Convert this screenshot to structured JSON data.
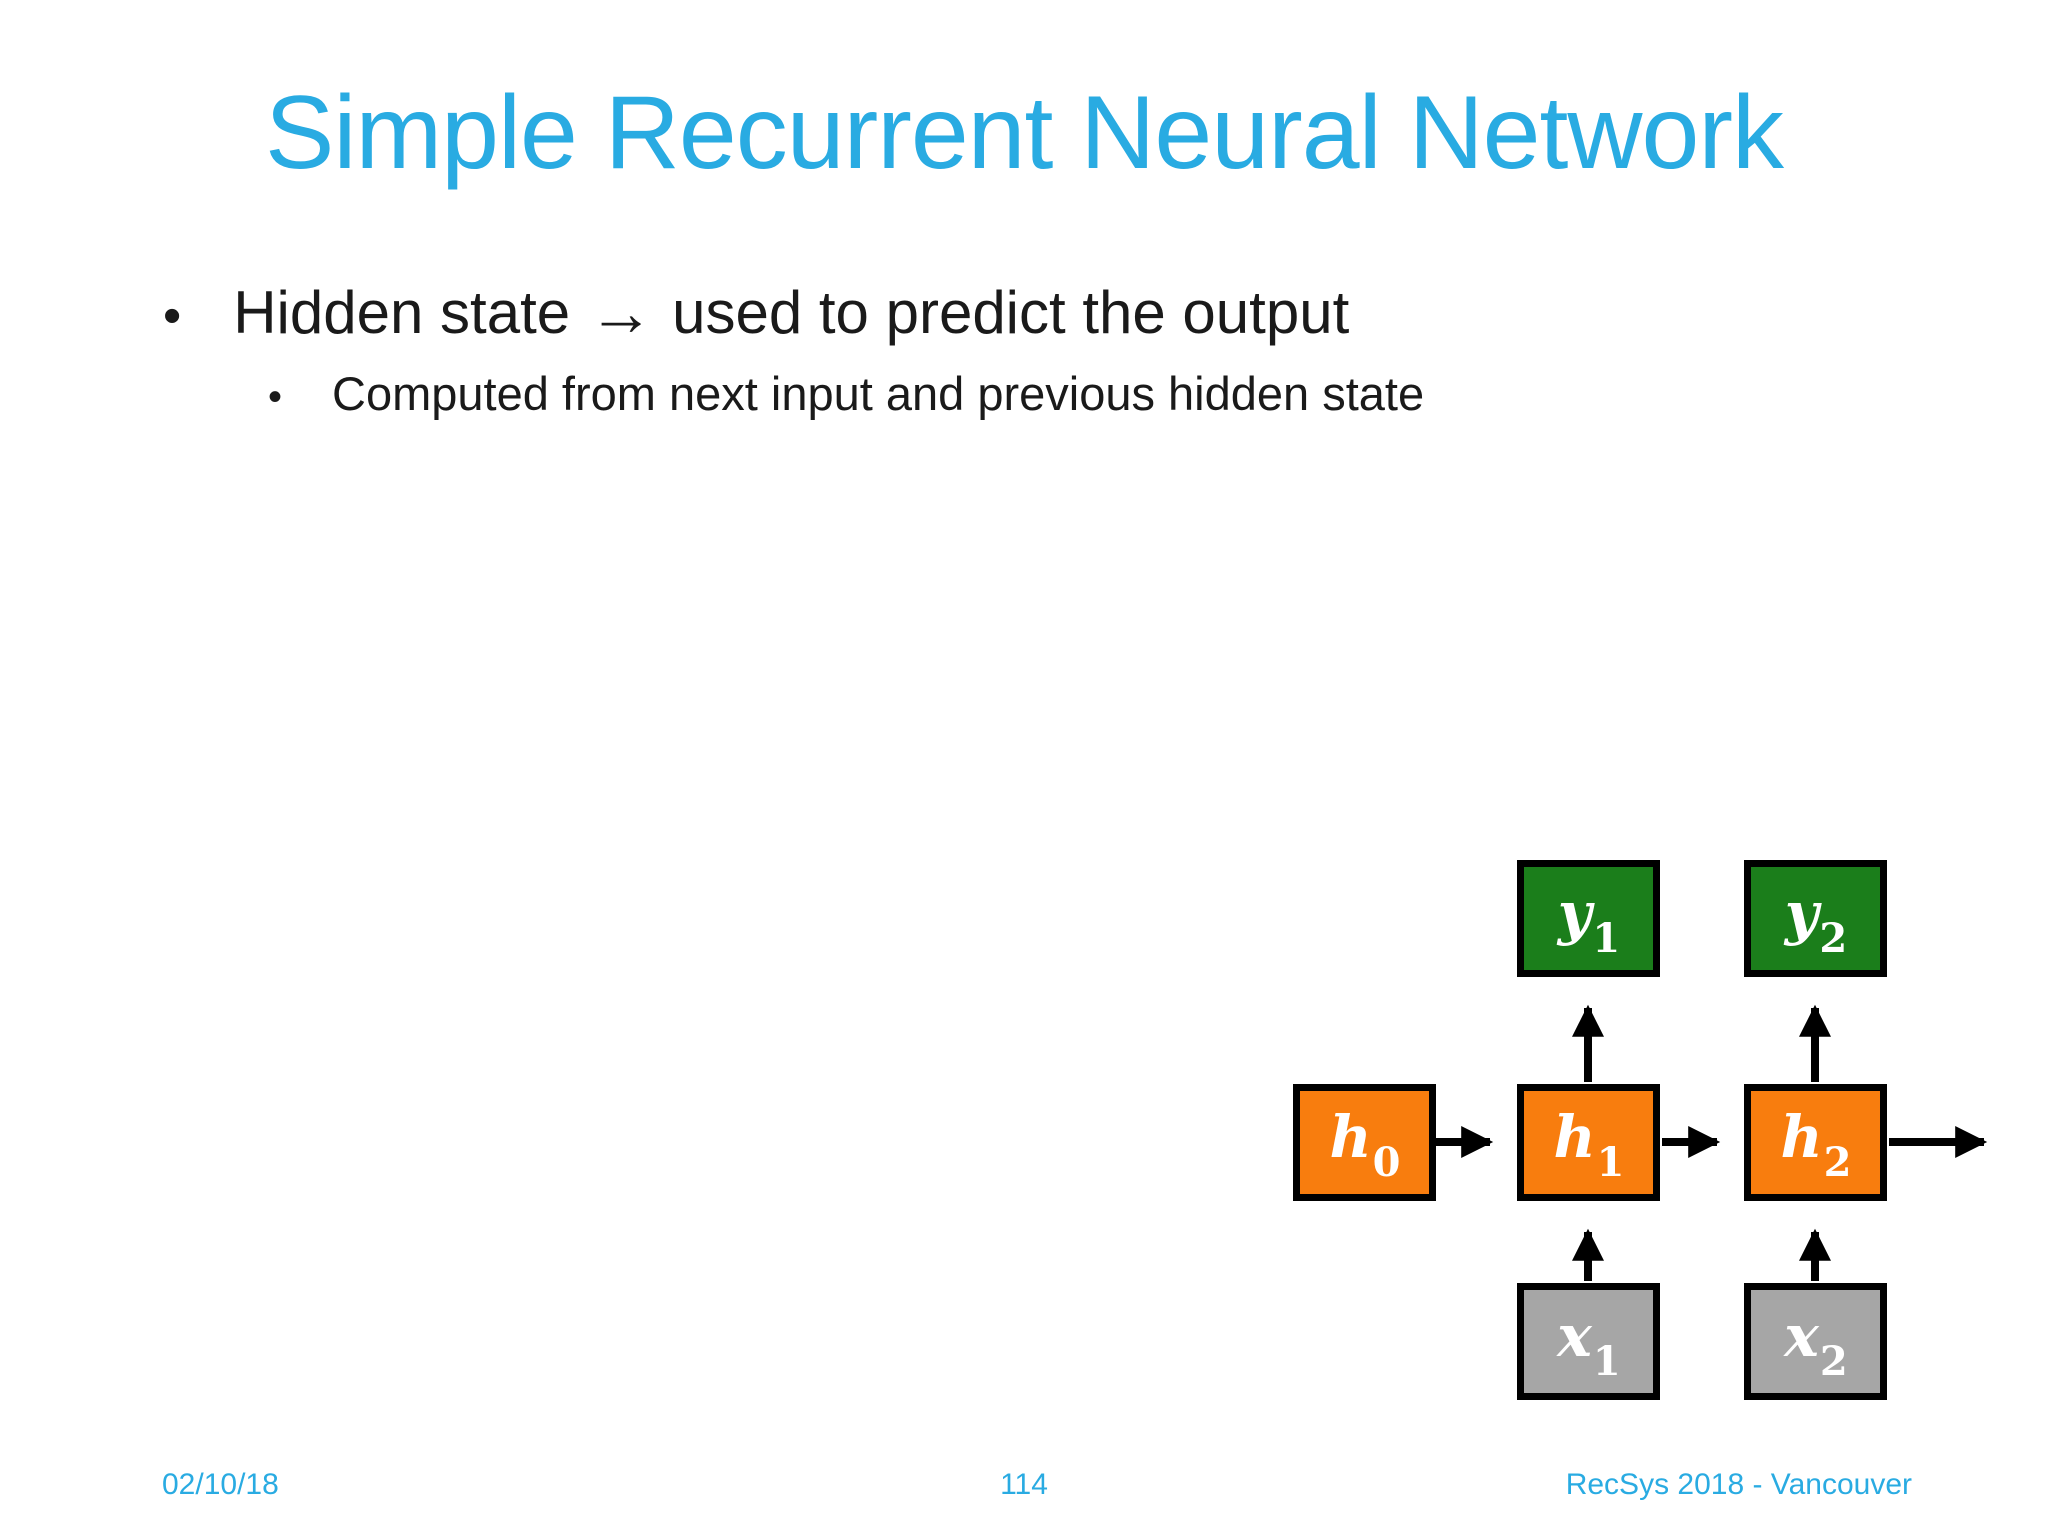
{
  "colors": {
    "accent_blue": "#29ABE2",
    "text": "#1A1A1A",
    "node_green": "#1B7E1B",
    "node_orange": "#F87D0E",
    "node_gray": "#A6A6A6",
    "node_border": "#000000",
    "node_label": "#FFFFFF",
    "arrow": "#000000"
  },
  "title": "Simple Recurrent Neural Network",
  "bullets": {
    "marker": "•",
    "main_pre": "Hidden state",
    "main_arrow": "→",
    "main_post": "used to predict the output",
    "sub": "Computed from next input and previous hidden state"
  },
  "diagram": {
    "nodes": {
      "y1": {
        "base": "y",
        "sub": "1"
      },
      "y2": {
        "base": "y",
        "sub": "2"
      },
      "h0": {
        "base": "h",
        "sub": "0"
      },
      "h1": {
        "base": "h",
        "sub": "1"
      },
      "h2": {
        "base": "h",
        "sub": "2"
      },
      "x1": {
        "base": "x",
        "sub": "1"
      },
      "x2": {
        "base": "x",
        "sub": "2"
      }
    }
  },
  "footer": {
    "date": "02/10/18",
    "page_number": "114",
    "venue": "RecSys 2018 - Vancouver"
  }
}
